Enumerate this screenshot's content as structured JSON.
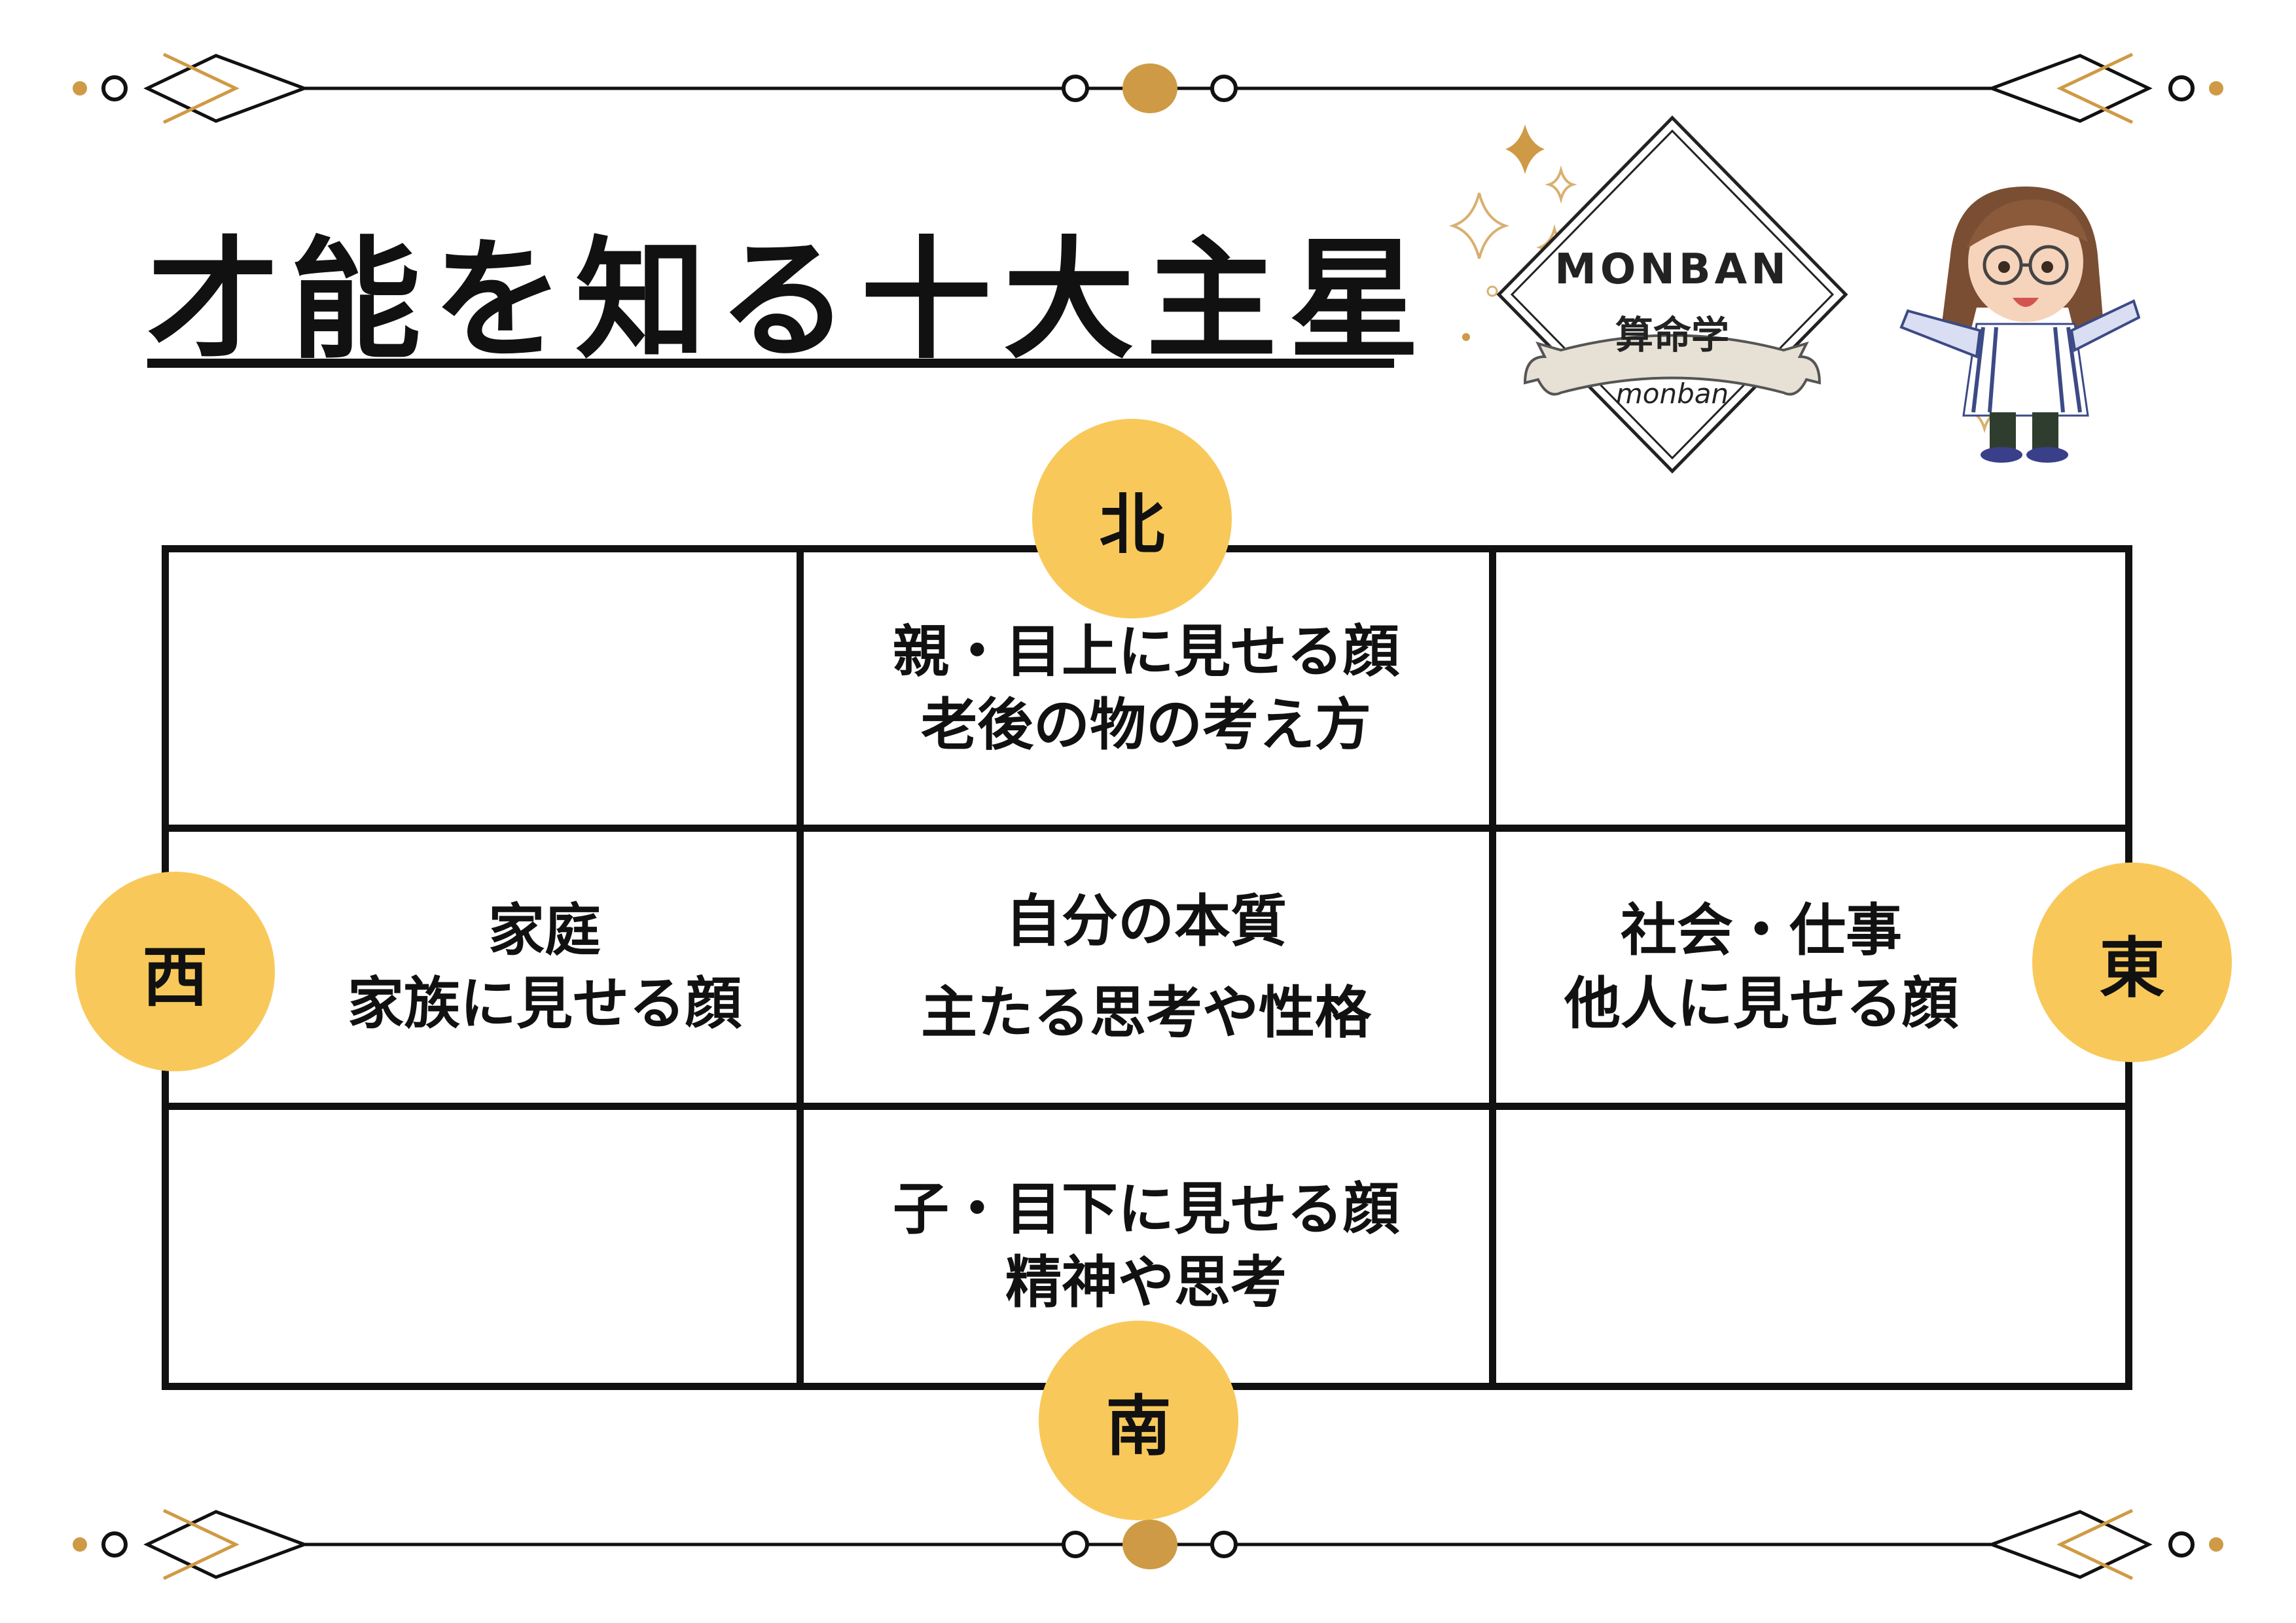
{
  "title": "才能を知る十大主星",
  "logo": {
    "brand": "MONBAN",
    "subtitle": "算命学",
    "ribbon": "monban"
  },
  "directions": {
    "north": "北",
    "south": "南",
    "west": "西",
    "east": "東"
  },
  "grid": {
    "north": {
      "line1": "親・目上に見せる顔",
      "line2": "老後の物の考え方"
    },
    "west": {
      "line1": "家庭",
      "line2": "家族に見せる顔"
    },
    "center": {
      "line1": "自分の本質",
      "line2": "主たる思考や性格"
    },
    "east": {
      "line1": "社会・仕事",
      "line2": "他人に見せる顔"
    },
    "south": {
      "line1": "子・目下に見せる顔",
      "line2": "精神や思考"
    }
  },
  "colors": {
    "accent": "#f8c95a",
    "gold": "#cf9a45",
    "line": "#111111"
  }
}
